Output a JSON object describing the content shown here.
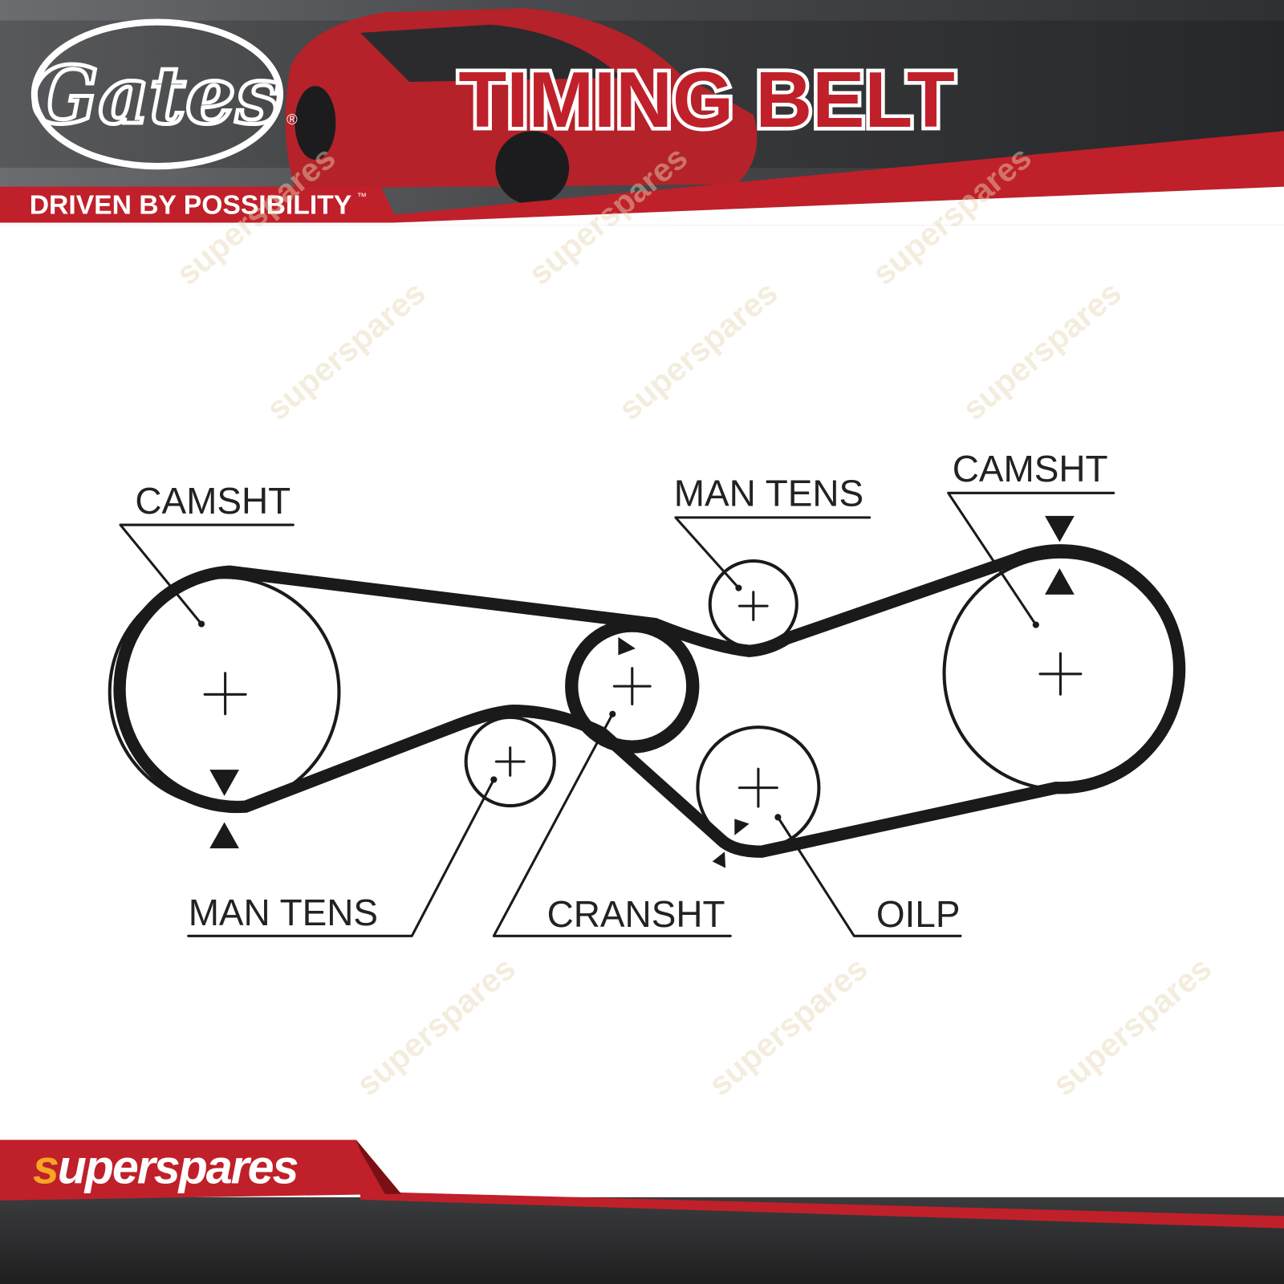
{
  "header": {
    "brand": "Gates",
    "registered_mark": "®",
    "tagline": "DRIVEN BY POSSIBILITY",
    "trademark": "™",
    "title": "TIMING BELT"
  },
  "diagram": {
    "labels": {
      "camshaft_left": "CAMSHT",
      "man_tens_top": "MAN TENS",
      "camshaft_right": "CAMSHT",
      "man_tens_bottom": "MAN TENS",
      "crankshaft": "CRANSHT",
      "oil_pump": "OILP"
    }
  },
  "footer": {
    "brand_first_letter": "s",
    "brand_rest": "uperspares"
  },
  "watermark": "superspares",
  "colors": {
    "brand_red": "#c0202a",
    "dark": "#333436",
    "accent_yellow": "#f5a623"
  }
}
